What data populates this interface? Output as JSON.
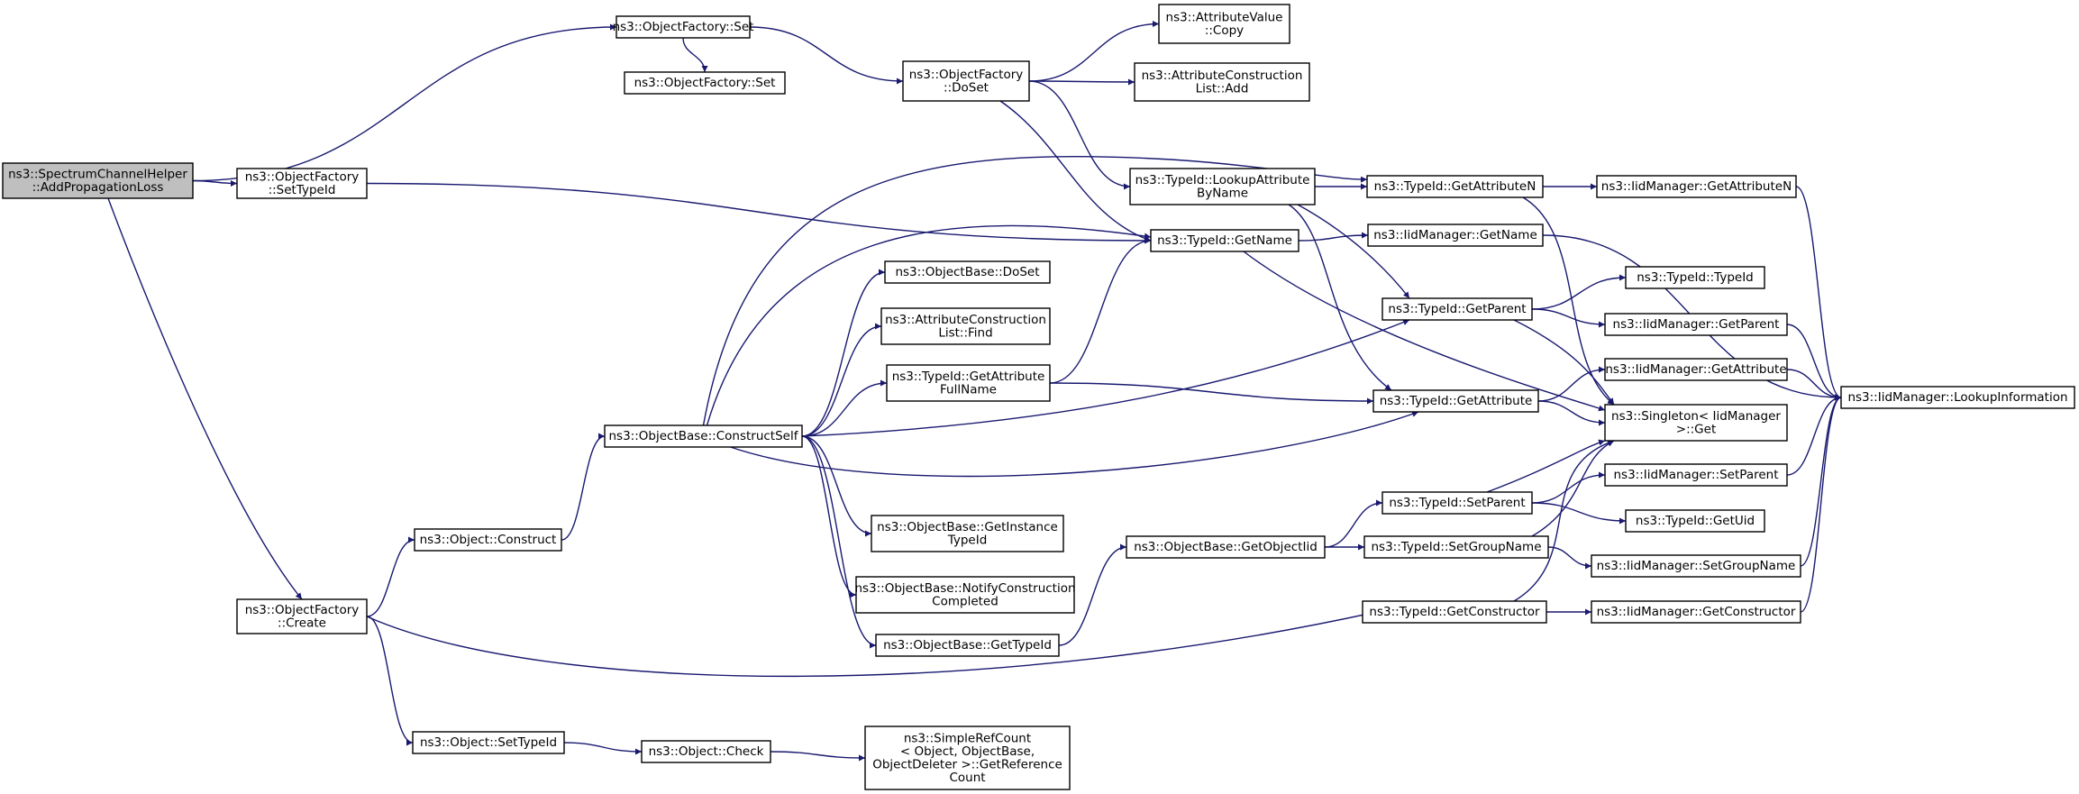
{
  "nodes": [
    {
      "id": "root",
      "lines": [
        "ns3::SpectrumChannelHelper",
        "::AddPropagationLoss"
      ],
      "root": true
    },
    {
      "id": "of_settypeid",
      "lines": [
        "ns3::ObjectFactory",
        "::SetTypeId"
      ]
    },
    {
      "id": "of_set",
      "lines": [
        "ns3::ObjectFactory::Set"
      ]
    },
    {
      "id": "of_set2",
      "lines": [
        "ns3::ObjectFactory::Set"
      ]
    },
    {
      "id": "of_doset",
      "lines": [
        "ns3::ObjectFactory",
        "::DoSet"
      ]
    },
    {
      "id": "av_copy",
      "lines": [
        "ns3::AttributeValue",
        "::Copy"
      ]
    },
    {
      "id": "acl_add",
      "lines": [
        "ns3::AttributeConstruction",
        "List::Add"
      ]
    },
    {
      "id": "tid_lookup",
      "lines": [
        "ns3::TypeId::LookupAttribute",
        "ByName"
      ]
    },
    {
      "id": "tid_getattrn",
      "lines": [
        "ns3::TypeId::GetAttributeN"
      ]
    },
    {
      "id": "iid_getattrn",
      "lines": [
        "ns3::IidManager::GetAttributeN"
      ]
    },
    {
      "id": "tid_getname",
      "lines": [
        "ns3::TypeId::GetName"
      ]
    },
    {
      "id": "iid_getname",
      "lines": [
        "ns3::IidManager::GetName"
      ]
    },
    {
      "id": "ob_doset",
      "lines": [
        "ns3::ObjectBase::DoSet"
      ]
    },
    {
      "id": "acl_find",
      "lines": [
        "ns3::AttributeConstruction",
        "List::Find"
      ]
    },
    {
      "id": "tid_getparent",
      "lines": [
        "ns3::TypeId::GetParent"
      ]
    },
    {
      "id": "tid_typeid",
      "lines": [
        "ns3::TypeId::TypeId"
      ]
    },
    {
      "id": "iid_getparent",
      "lines": [
        "ns3::IidManager::GetParent"
      ]
    },
    {
      "id": "tid_getattrfull",
      "lines": [
        "ns3::TypeId::GetAttribute",
        "FullName"
      ]
    },
    {
      "id": "iid_getattr",
      "lines": [
        "ns3::IidManager::GetAttribute"
      ]
    },
    {
      "id": "tid_getattr",
      "lines": [
        "ns3::TypeId::GetAttribute"
      ]
    },
    {
      "id": "singleton",
      "lines": [
        "ns3::Singleton< IidManager",
        ">::Get"
      ]
    },
    {
      "id": "iid_lookup",
      "lines": [
        "ns3::IidManager::LookupInformation"
      ]
    },
    {
      "id": "ob_construct",
      "lines": [
        "ns3::ObjectBase::ConstructSelf"
      ]
    },
    {
      "id": "obj_construct",
      "lines": [
        "ns3::Object::Construct"
      ]
    },
    {
      "id": "tid_setparent",
      "lines": [
        "ns3::TypeId::SetParent"
      ]
    },
    {
      "id": "iid_setparent",
      "lines": [
        "ns3::IidManager::SetParent"
      ]
    },
    {
      "id": "tid_getuid",
      "lines": [
        "ns3::TypeId::GetUid"
      ]
    },
    {
      "id": "ob_getinst",
      "lines": [
        "ns3::ObjectBase::GetInstance",
        "TypeId"
      ]
    },
    {
      "id": "ob_getobjtid",
      "lines": [
        "ns3::ObjectBase::GetObjectIid"
      ]
    },
    {
      "id": "tid_setgroup",
      "lines": [
        "ns3::TypeId::SetGroupName"
      ]
    },
    {
      "id": "iid_setgroup",
      "lines": [
        "ns3::IidManager::SetGroupName"
      ]
    },
    {
      "id": "ob_notify",
      "lines": [
        "ns3::ObjectBase::NotifyConstruction",
        "Completed"
      ]
    },
    {
      "id": "of_create",
      "lines": [
        "ns3::ObjectFactory",
        "::Create"
      ]
    },
    {
      "id": "tid_getctor",
      "lines": [
        "ns3::TypeId::GetConstructor"
      ]
    },
    {
      "id": "iid_getctor",
      "lines": [
        "ns3::IidManager::GetConstructor"
      ]
    },
    {
      "id": "ob_gettid",
      "lines": [
        "ns3::ObjectBase::GetTypeId"
      ]
    },
    {
      "id": "obj_settypeid",
      "lines": [
        "ns3::Object::SetTypeId"
      ]
    },
    {
      "id": "obj_check",
      "lines": [
        "ns3::Object::Check"
      ]
    },
    {
      "id": "src_getref",
      "lines": [
        "ns3::SimpleRefCount",
        "< Object, ObjectBase,",
        "ObjectDeleter >::GetReference",
        "Count"
      ]
    }
  ],
  "edges": [
    [
      "root",
      "of_set"
    ],
    [
      "root",
      "of_settypeid"
    ],
    [
      "root",
      "of_create"
    ],
    [
      "of_set",
      "of_set2"
    ],
    [
      "of_set",
      "of_doset"
    ],
    [
      "of_doset",
      "av_copy"
    ],
    [
      "of_doset",
      "acl_add"
    ],
    [
      "of_doset",
      "tid_lookup"
    ],
    [
      "of_doset",
      "tid_getname"
    ],
    [
      "of_settypeid",
      "tid_getname"
    ],
    [
      "tid_lookup",
      "tid_getattrn"
    ],
    [
      "tid_lookup",
      "tid_getparent"
    ],
    [
      "tid_lookup",
      "tid_getattr"
    ],
    [
      "tid_getattrn",
      "iid_getattrn"
    ],
    [
      "tid_getattrn",
      "singleton"
    ],
    [
      "iid_getattrn",
      "iid_lookup"
    ],
    [
      "tid_getname",
      "iid_getname"
    ],
    [
      "tid_getname",
      "singleton"
    ],
    [
      "iid_getname",
      "iid_lookup"
    ],
    [
      "tid_getparent",
      "tid_typeid"
    ],
    [
      "tid_getparent",
      "iid_getparent"
    ],
    [
      "tid_getparent",
      "singleton"
    ],
    [
      "iid_getparent",
      "iid_lookup"
    ],
    [
      "tid_getattr",
      "iid_getattr"
    ],
    [
      "tid_getattr",
      "singleton"
    ],
    [
      "iid_getattr",
      "iid_lookup"
    ],
    [
      "tid_getattrfull",
      "tid_getname"
    ],
    [
      "tid_getattrfull",
      "tid_getattr"
    ],
    [
      "ob_construct",
      "tid_getattrn"
    ],
    [
      "ob_construct",
      "tid_getname"
    ],
    [
      "ob_construct",
      "ob_doset"
    ],
    [
      "ob_construct",
      "acl_find"
    ],
    [
      "ob_construct",
      "tid_getattrfull"
    ],
    [
      "ob_construct",
      "tid_getparent"
    ],
    [
      "ob_construct",
      "tid_getattr"
    ],
    [
      "ob_construct",
      "ob_getinst"
    ],
    [
      "ob_construct",
      "ob_notify"
    ],
    [
      "ob_construct",
      "ob_gettid"
    ],
    [
      "obj_construct",
      "ob_construct"
    ],
    [
      "of_create",
      "obj_construct"
    ],
    [
      "of_create",
      "tid_getctor"
    ],
    [
      "of_create",
      "obj_settypeid"
    ],
    [
      "ob_gettid",
      "ob_getobjtid"
    ],
    [
      "ob_getobjtid",
      "tid_setparent"
    ],
    [
      "ob_getobjtid",
      "tid_setgroup"
    ],
    [
      "tid_setparent",
      "singleton"
    ],
    [
      "tid_setparent",
      "iid_setparent"
    ],
    [
      "tid_setparent",
      "tid_getuid"
    ],
    [
      "iid_setparent",
      "iid_lookup"
    ],
    [
      "tid_setgroup",
      "singleton"
    ],
    [
      "tid_setgroup",
      "iid_setgroup"
    ],
    [
      "iid_setgroup",
      "iid_lookup"
    ],
    [
      "tid_getctor",
      "singleton"
    ],
    [
      "tid_getctor",
      "iid_getctor"
    ],
    [
      "iid_getctor",
      "iid_lookup"
    ],
    [
      "obj_settypeid",
      "obj_check"
    ],
    [
      "obj_check",
      "src_getref"
    ]
  ]
}
